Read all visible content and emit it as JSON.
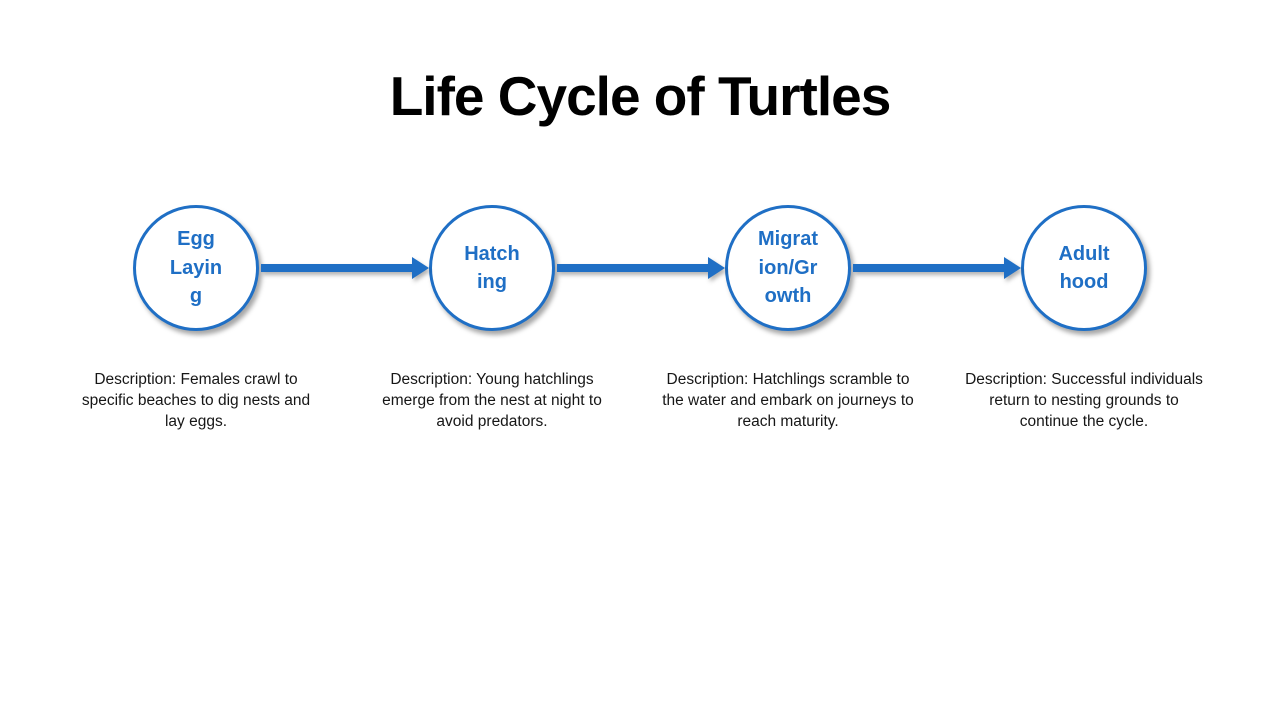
{
  "title": "Life Cycle of Turtles",
  "colors": {
    "accent": "#1F6FC5",
    "title_text": "#000000",
    "description_text": "#161616",
    "background": "#FFFFFF"
  },
  "stages": [
    {
      "label": "Egg Laying",
      "description": "Description: Females crawl to specific beaches to dig nests and lay eggs."
    },
    {
      "label": "Hatching",
      "description": "Description: Young hatchlings emerge from the nest at night to avoid predators."
    },
    {
      "label": "Migration/Growth",
      "description": "Description: Hatchlings scramble to the water and embark on journeys to reach maturity."
    },
    {
      "label": "Adulthood",
      "description": "Description: Successful individuals return to nesting grounds to continue the cycle."
    }
  ]
}
